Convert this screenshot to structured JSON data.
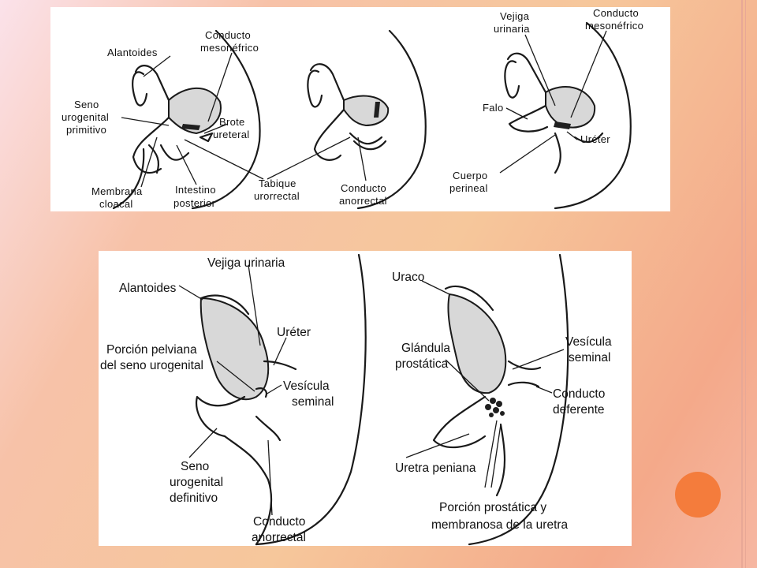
{
  "colors": {
    "accent": "#f47c3c",
    "frame": "#e8a896"
  },
  "top_figure": {
    "labels": {
      "alantoides": "Alantoides",
      "conducto_meso_1": "Conducto",
      "conducto_meso_2": "mesonéfrico",
      "seno_1": "Seno",
      "seno_2": "urogenital",
      "seno_3": "primitivo",
      "brote_1": "Brote",
      "brote_2": "ureteral",
      "membrana_1": "Membrana",
      "membrana_2": "cloacal",
      "intestino_1": "Intestino",
      "intestino_2": "posterior",
      "tabique_1": "Tabique",
      "tabique_2": "urorrectal",
      "anorrectal_1": "Conducto",
      "anorrectal_2": "anorrectal",
      "vejiga_1": "Vejiga",
      "vejiga_2": "urinaria",
      "conducto_meso_b1": "Conducto",
      "conducto_meso_b2": "mesonéfrico",
      "falo": "Falo",
      "ureter": "Uréter",
      "cuerpo_1": "Cuerpo",
      "cuerpo_2": "perineal"
    }
  },
  "bottom_figure": {
    "labels": {
      "vejiga": "Vejiga urinaria",
      "alantoides": "Alantoides",
      "ureter": "Uréter",
      "porcion_1": "Porción pelviana",
      "porcion_2": "del seno urogenital",
      "vesicula_1": "Vesícula",
      "vesicula_2": "seminal",
      "seno_1": "Seno",
      "seno_2": "urogenital",
      "seno_3": "definitivo",
      "conducto_1": "Conducto",
      "conducto_2": "anorrectal",
      "uraco": "Uraco",
      "glandula_1": "Glándula",
      "glandula_2": "prostática",
      "vesicula_b1": "Vesícula",
      "vesicula_b2": "seminal",
      "deferente_1": "Conducto",
      "deferente_2": "deferente",
      "uretra_peniana": "Uretra peniana",
      "prostatica_1": "Porción prostática y",
      "prostatica_2": "membranosa de la uretra"
    }
  }
}
